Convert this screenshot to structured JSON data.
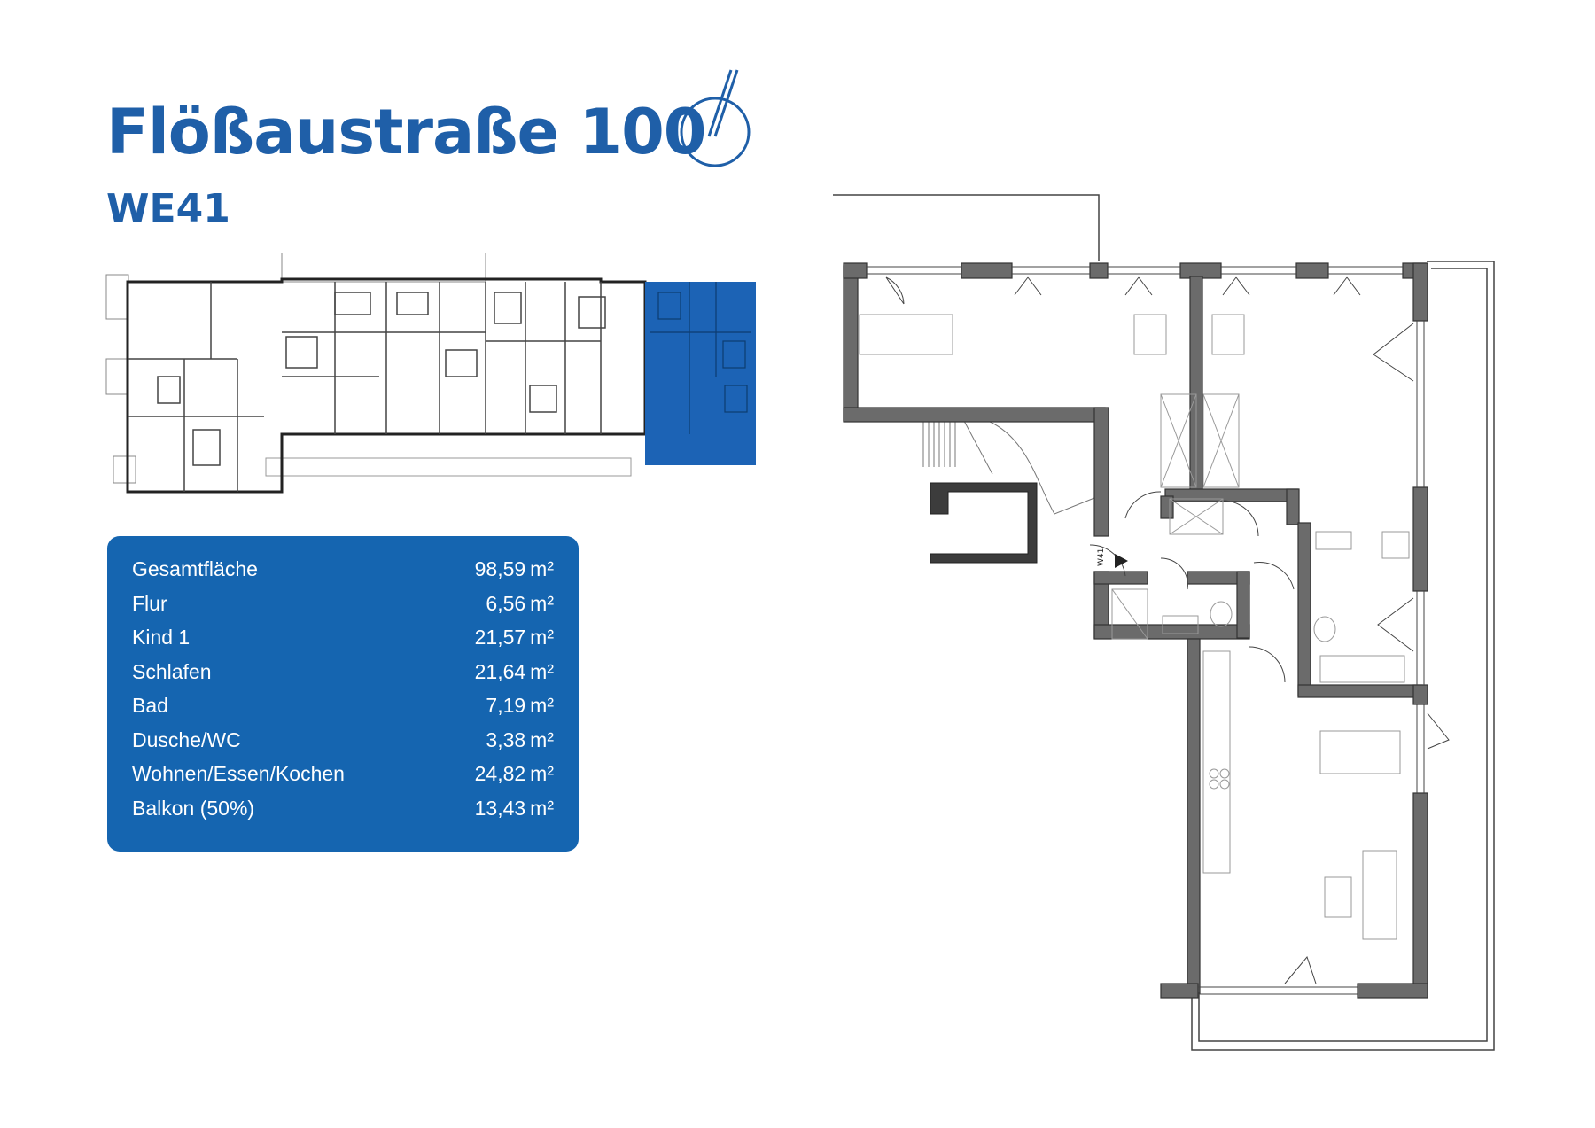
{
  "header": {
    "title": "Flößaustraße 100",
    "unit_name": "WE41"
  },
  "icons": {
    "compass": "north-arrow-icon"
  },
  "area_table": {
    "unit_label": "m²",
    "rows": [
      {
        "label": "Gesamtfläche",
        "value": "98,59"
      },
      {
        "label": "Flur",
        "value": "6,56"
      },
      {
        "label": "Kind 1",
        "value": "21,57"
      },
      {
        "label": "Schlafen",
        "value": "21,64"
      },
      {
        "label": "Bad",
        "value": "7,19"
      },
      {
        "label": "Dusche/WC",
        "value": "3,38"
      },
      {
        "label": "Wohnen/Essen/Kochen",
        "value": "24,82"
      },
      {
        "label": "Balkon (50%)",
        "value": "13,43"
      }
    ]
  },
  "floor_plan": {
    "entrance_label": "W41"
  },
  "colors": {
    "brand_blue": "#1565b0",
    "title_blue": "#1f5fa8",
    "wall_gray": "#6b6b6b"
  }
}
